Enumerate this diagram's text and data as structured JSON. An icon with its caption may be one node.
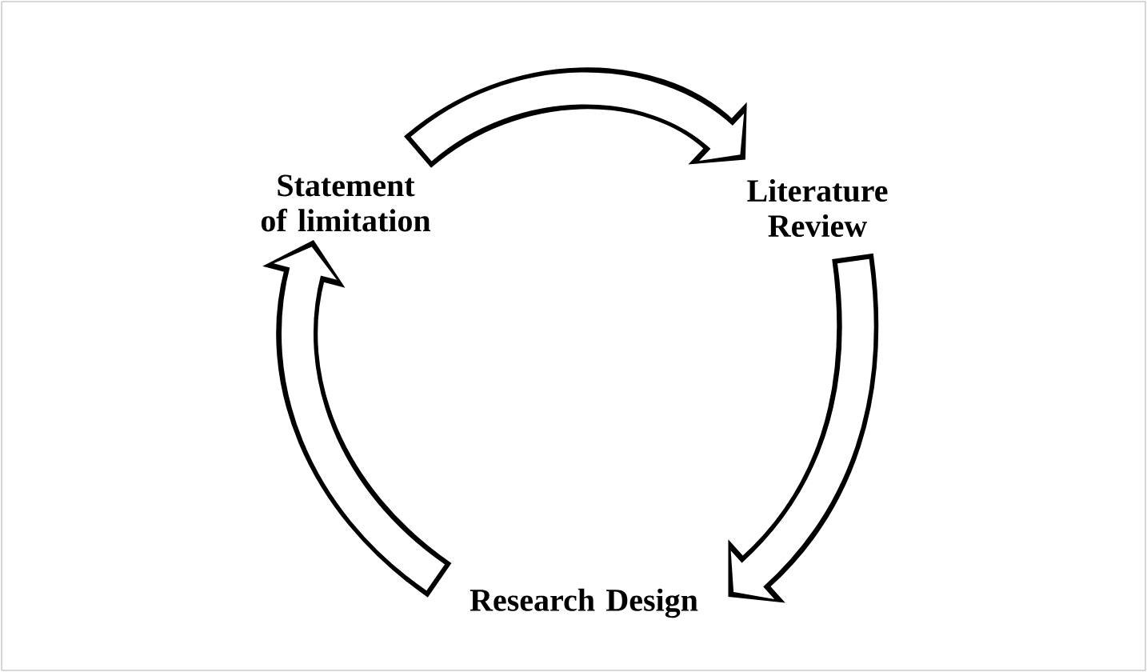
{
  "diagram": {
    "nodes": [
      {
        "text": [
          "Statement of limitation"
        ]
      },
      {
        "text": [
          "Literature Review"
        ]
      },
      {
        "text": [
          "Research Design"
        ]
      }
    ],
    "edges": [
      {
        "from": 0,
        "to": 1,
        "arrow": "to"
      },
      {
        "from": 1,
        "to": 2,
        "arrow": "to"
      },
      {
        "from": 2,
        "to": 0,
        "arrow": "to"
      }
    ]
  }
}
